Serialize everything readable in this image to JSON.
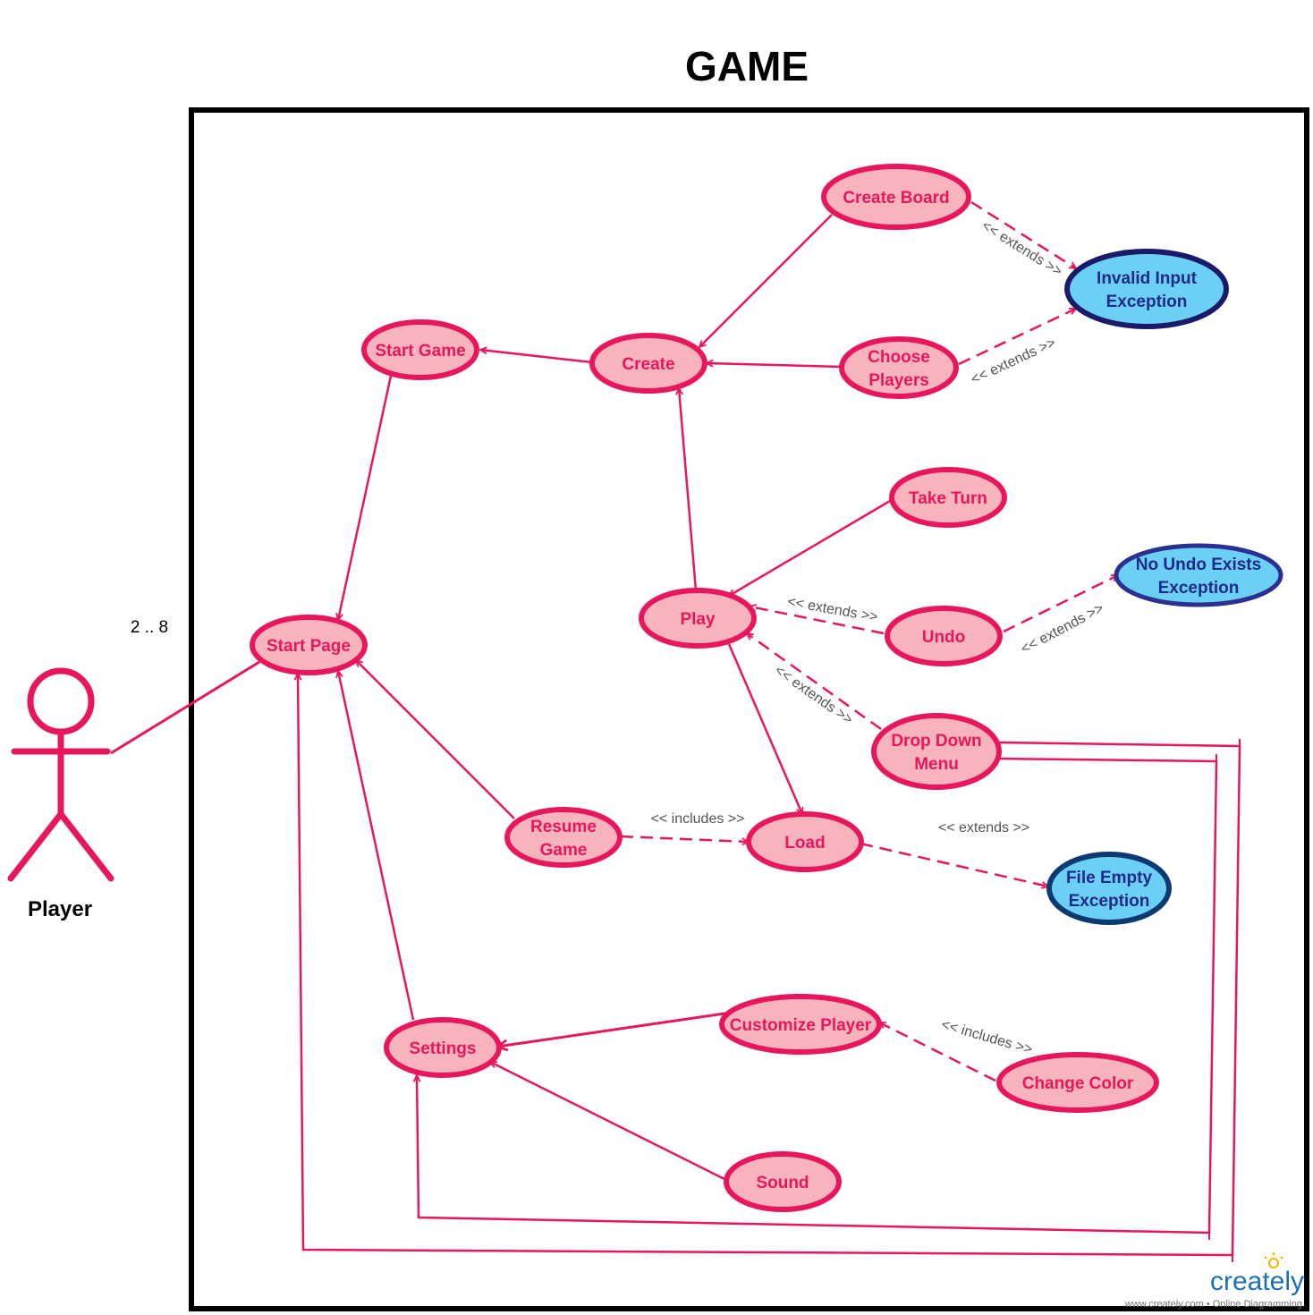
{
  "title": "GAME",
  "actor": {
    "label": "Player",
    "multiplicity": "2 .. 8"
  },
  "colors": {
    "primary": "#e8175d",
    "primary_fill": "#f8b4bd",
    "exception_fill": "#6ccff6",
    "exception_border_dark": "#1a1a6b",
    "exception_border_mid": "#2b2f8f",
    "exception_border_navy": "#0a3a70",
    "exception_text": "#1e2a8a"
  },
  "use_cases": {
    "create_board": [
      "Create Board"
    ],
    "invalid_input": [
      "Invalid Input",
      "Exception"
    ],
    "start_game": [
      "Start Game"
    ],
    "create": [
      "Create"
    ],
    "choose_players": [
      "Choose",
      "Players"
    ],
    "take_turn": [
      "Take Turn"
    ],
    "no_undo": [
      "No Undo Exists",
      "Exception"
    ],
    "play": [
      "Play"
    ],
    "undo": [
      "Undo"
    ],
    "start_page": [
      "Start Page"
    ],
    "drop_down": [
      "Drop Down",
      "Menu"
    ],
    "resume_game": [
      "Resume",
      "Game"
    ],
    "load": [
      "Load"
    ],
    "file_empty": [
      "File Empty",
      "Exception"
    ],
    "customize_player": [
      "Customize Player"
    ],
    "settings": [
      "Settings"
    ],
    "change_color": [
      "Change Color"
    ],
    "sound": [
      "Sound"
    ]
  },
  "stereotypes": {
    "extends": "<< extends >>",
    "includes": "<< includes >>"
  },
  "branding": {
    "name": "creately",
    "tagline": "www.creately.com • Online Diagramming"
  }
}
